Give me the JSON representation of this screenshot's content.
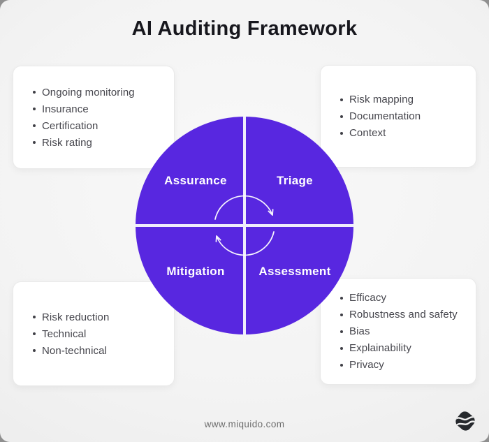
{
  "title": "AI Auditing Framework",
  "cards": {
    "top_left": {
      "items": [
        "Ongoing monitoring",
        "Insurance",
        "Certification",
        "Risk rating"
      ]
    },
    "top_right": {
      "items": [
        "Risk mapping",
        "Documentation",
        "Context"
      ]
    },
    "bottom_left": {
      "items": [
        "Risk reduction",
        "Technical",
        "Non-technical"
      ]
    },
    "bottom_right": {
      "items": [
        "Efficacy",
        "Robustness and safety",
        "Bias",
        "Explainability",
        "Privacy"
      ]
    }
  },
  "diagram": {
    "quadrants": {
      "top_left": "Assurance",
      "top_right": "Triage",
      "bottom_left": "Mitigation",
      "bottom_right": "Assessment"
    },
    "center_icon": "cycle-arrows-icon",
    "colors": {
      "circle": "#5827E0",
      "divider": "#EFEDFB",
      "label_text": "#FFFFFF"
    }
  },
  "footer": {
    "url": "www.miquido.com",
    "logo": "miquido-logo"
  },
  "colors": {
    "title_text": "#17171D",
    "list_text": "#45454C",
    "card_background": "#FFFFFF",
    "page_background": "#F1F1F1",
    "footer_text": "#6E6E6E",
    "logo_dark": "#26292D"
  }
}
